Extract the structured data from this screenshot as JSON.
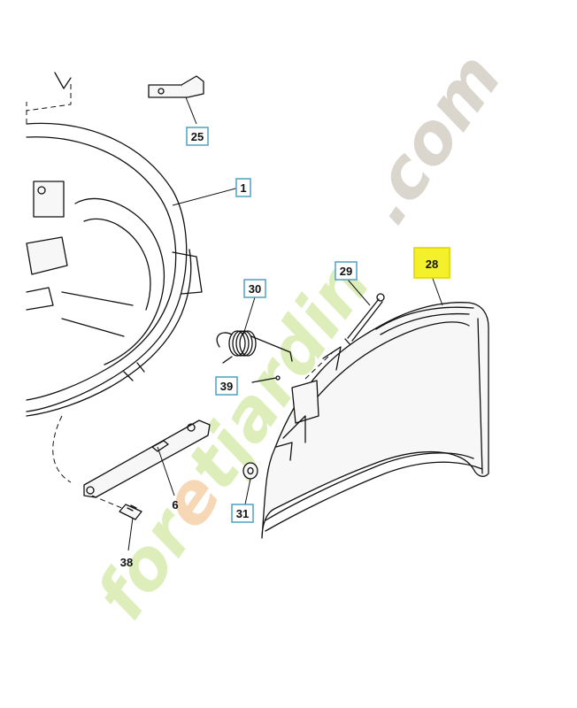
{
  "callouts": {
    "c25": "25",
    "c1": "1",
    "c30": "30",
    "c29": "29",
    "c28": "28",
    "c39": "39",
    "c6": "6",
    "c31": "31",
    "c38": "38"
  },
  "watermark": {
    "part1": "for",
    "part2": "e",
    "part3": "tjardin",
    "part4": ".com"
  },
  "colors": {
    "callout_border": "#5aa7c7",
    "highlight": "#f4f12a",
    "watermark_green": "#d8ecb0",
    "watermark_orange": "#f4c89a",
    "watermark_grey": "#d6d2c8"
  }
}
